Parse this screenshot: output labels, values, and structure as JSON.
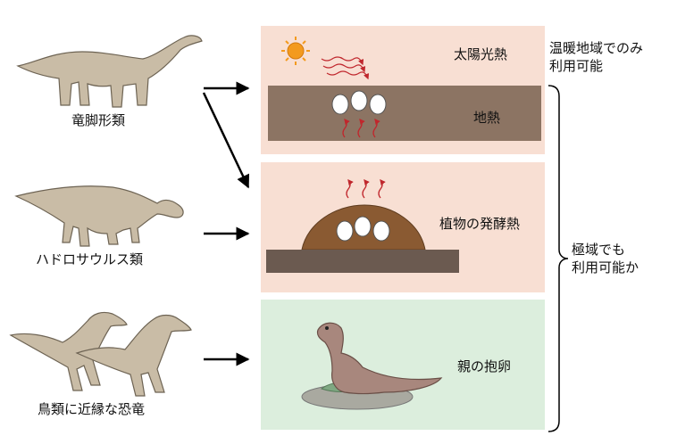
{
  "groups": {
    "sauropod": "竜脚形類",
    "hadrosaur": "ハドロサウルス類",
    "birdlike": "鳥類に近縁な恐竜"
  },
  "methods": {
    "solar": "太陽光熱",
    "geothermal": "地熱",
    "plant": "植物の発酵熱",
    "brooding": "親の抱卵"
  },
  "notes": {
    "warm_line1": "温暖地域でのみ",
    "warm_line2": "利用可能",
    "polar_line1": "極域でも",
    "polar_line2": "利用可能か"
  },
  "colors": {
    "warm_panel": "#f8dfd3",
    "cool_panel": "#dceedd",
    "soil": "#8c7463",
    "dinosaur": "#c9bca6",
    "heat_arrow": "#c0272d",
    "sun": "#f39a1e"
  }
}
